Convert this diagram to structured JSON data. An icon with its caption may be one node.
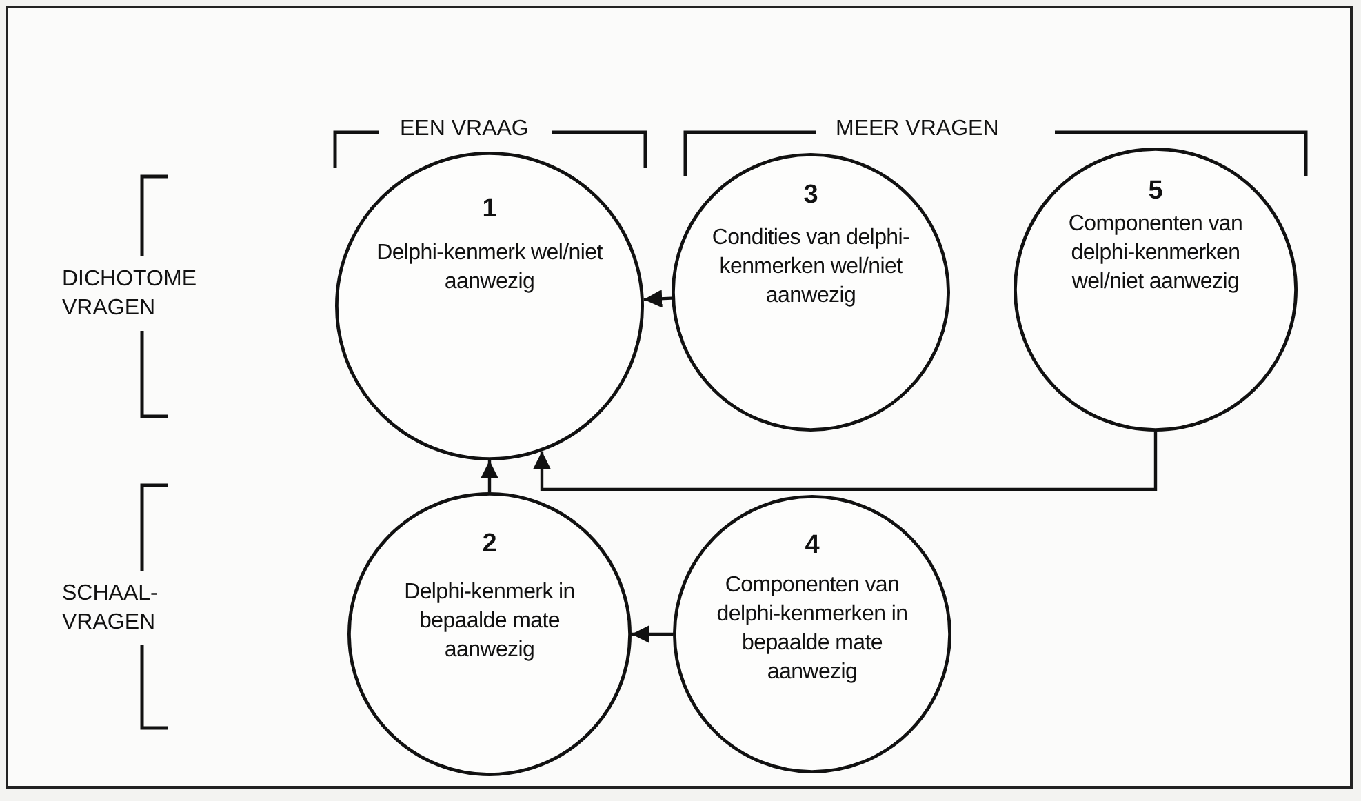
{
  "diagram": {
    "nodes": [
      {
        "text": [
          "1",
          "Delphi-kenmerk wel/niet aanwezig"
        ]
      },
      {
        "text": [
          "2",
          "Delphi-kenmerk in bepaalde mate aanwezig"
        ]
      },
      {
        "text": [
          "3",
          "Condities van delphi-kenmerken wel/niet aanwezig"
        ]
      },
      {
        "text": [
          "4",
          "Componenten van delphi-kenmerken in bepaalde mate aanwezig"
        ]
      },
      {
        "text": [
          "5",
          "Componenten van delphi-kenmerken wel/niet aanwezig"
        ]
      }
    ],
    "edges": [
      {
        "from": 2,
        "to": 0,
        "arrow": "to"
      },
      {
        "from": 1,
        "to": 0,
        "arrow": "to"
      },
      {
        "from": 4,
        "to": 0,
        "arrow": "to"
      },
      {
        "from": 3,
        "to": 1,
        "arrow": "to"
      }
    ],
    "labels": [
      "EEN VRAAG",
      "MEER VRAGEN",
      "DICHOTOME VRAGEN",
      "SCHAAL- VRAGEN"
    ]
  }
}
